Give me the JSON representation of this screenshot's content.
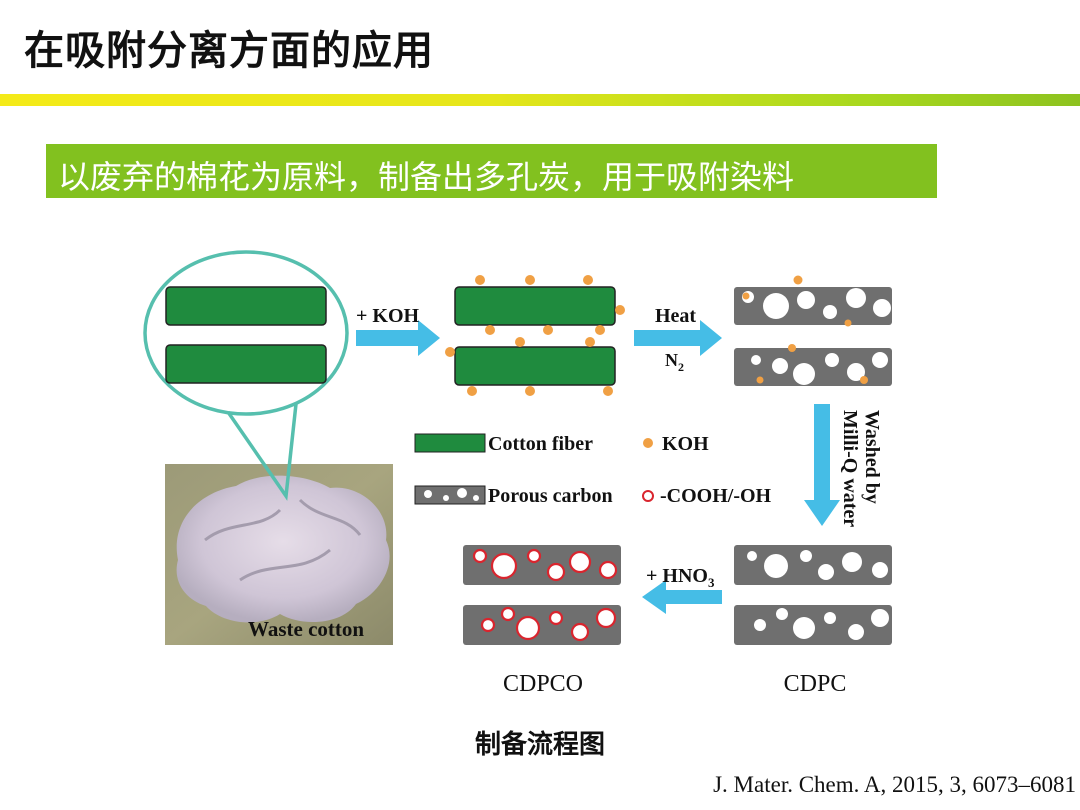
{
  "title": "在吸附分离方面的应用",
  "subtitle": "以废弃的棉花为原料，制备出多孔炭，用于吸附染料",
  "diagram": {
    "steps": {
      "koh": "+ KOH",
      "heat": "Heat",
      "n2_main": "N",
      "n2_sub": "2",
      "washed_line1": "Washed by",
      "washed_line2": "Milli-Q water",
      "hno3_main": "+ HNO",
      "hno3_sub": "3"
    },
    "legend": {
      "cotton_fiber": "Cotton fiber",
      "koh": "KOH",
      "porous_carbon": "Porous carbon",
      "cooh_oh": "-COOH/-OH"
    },
    "photo_label": "Waste cotton",
    "product_cdpco": "CDPCO",
    "product_cdpc": "CDPC"
  },
  "caption": "制备流程图",
  "citation": "J. Mater. Chem. A, 2015, 3, 6073–6081",
  "colors": {
    "fiber_green": "#1f8b3e",
    "koh_orange": "#f0a044",
    "arrow_blue": "#45bde6",
    "carbon_gray": "#6f6f6f",
    "group_red": "#d9252e",
    "subtitle_green": "#82c11f",
    "outline_teal": "#56bfae"
  }
}
